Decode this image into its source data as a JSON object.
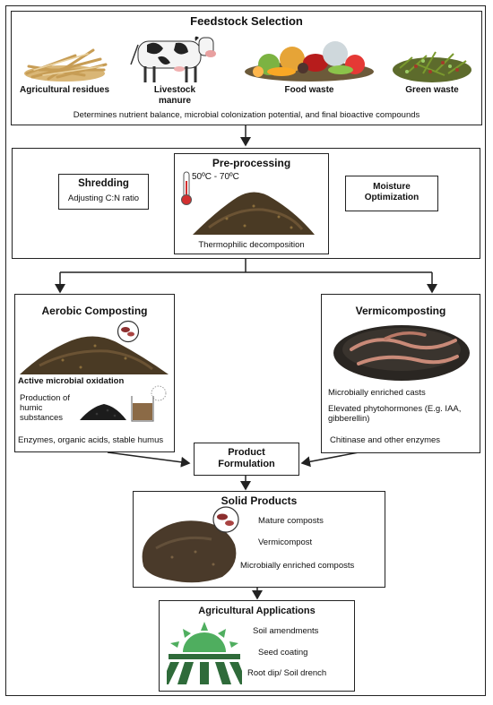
{
  "feedstock": {
    "title": "Feedstock Selection",
    "items": [
      "Agricultural residues",
      "Livestock\nmanure",
      "Food waste",
      "Green waste"
    ],
    "note": "Determines nutrient balance, microbial colonization potential, and final bioactive compounds"
  },
  "preprocessing": {
    "title": "Pre-processing",
    "temperature": "50ºC - 70ºC",
    "caption": "Thermophilic decomposition",
    "shredding_title": "Shredding",
    "shredding_text": "Adjusting C:N ratio",
    "moisture_title": "Moisture\nOptimization"
  },
  "aerobic": {
    "title": "Aerobic Composting",
    "subtitle": "Active microbial oxidation",
    "humic": "Production of\nhumic\nsubstances",
    "products": "Enzymes, organic acids, stable humus"
  },
  "vermi": {
    "title": "Vermicomposting",
    "items": [
      "Microbially enriched casts",
      "Elevated phytohormones (E.g. IAA,\ngibberellin)",
      "Chitinase and other enzymes"
    ]
  },
  "formulation": {
    "title": "Product\nFormulation"
  },
  "solid": {
    "title": "Solid Products",
    "items": [
      "Mature composts",
      "Vermicompost",
      "Microbially enriched composts"
    ]
  },
  "applications": {
    "title": "Agricultural Applications",
    "items": [
      "Soil amendments",
      "Seed coating",
      "Root dip/ Soil drench"
    ]
  },
  "colors": {
    "border": "#222222",
    "compost": "#4a3a24",
    "humus": "#1c1c1c",
    "worm": "#c98a78",
    "app_green": "#2f6b3a",
    "sun_green": "#4fae5f"
  },
  "icons": [
    "straw-icon",
    "cow-icon",
    "food-waste-icon",
    "green-waste-icon",
    "thermometer-icon",
    "compost-pile-icon",
    "microbe-icon",
    "beaker-icon",
    "worm-icon",
    "sun-field-icon"
  ]
}
